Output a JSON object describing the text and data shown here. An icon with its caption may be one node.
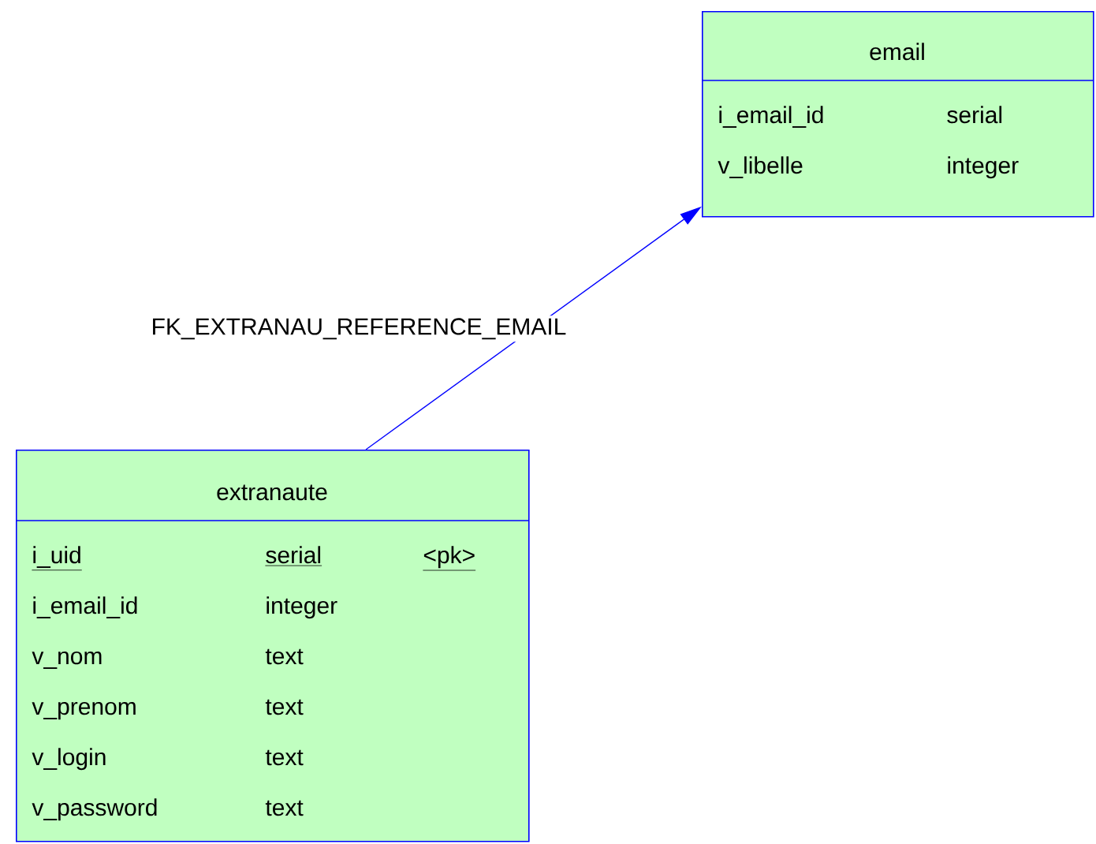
{
  "diagram": {
    "nodes": [
      {
        "text": [
          "email",
          "i_email_id",
          "serial",
          "v_libelle",
          "integer"
        ]
      },
      {
        "text": [
          "extranaute",
          "i_uid",
          "serial",
          "<pk>",
          "i_email_id",
          "integer",
          "v_nom",
          "text",
          "v_prenom",
          "text",
          "v_login",
          "text",
          "v_password",
          "text"
        ]
      }
    ],
    "edges": [
      {
        "from": 1,
        "to": 0,
        "arrow": "to",
        "label": "FK_EXTRANAU_REFERENCE_EMAIL"
      }
    ]
  }
}
